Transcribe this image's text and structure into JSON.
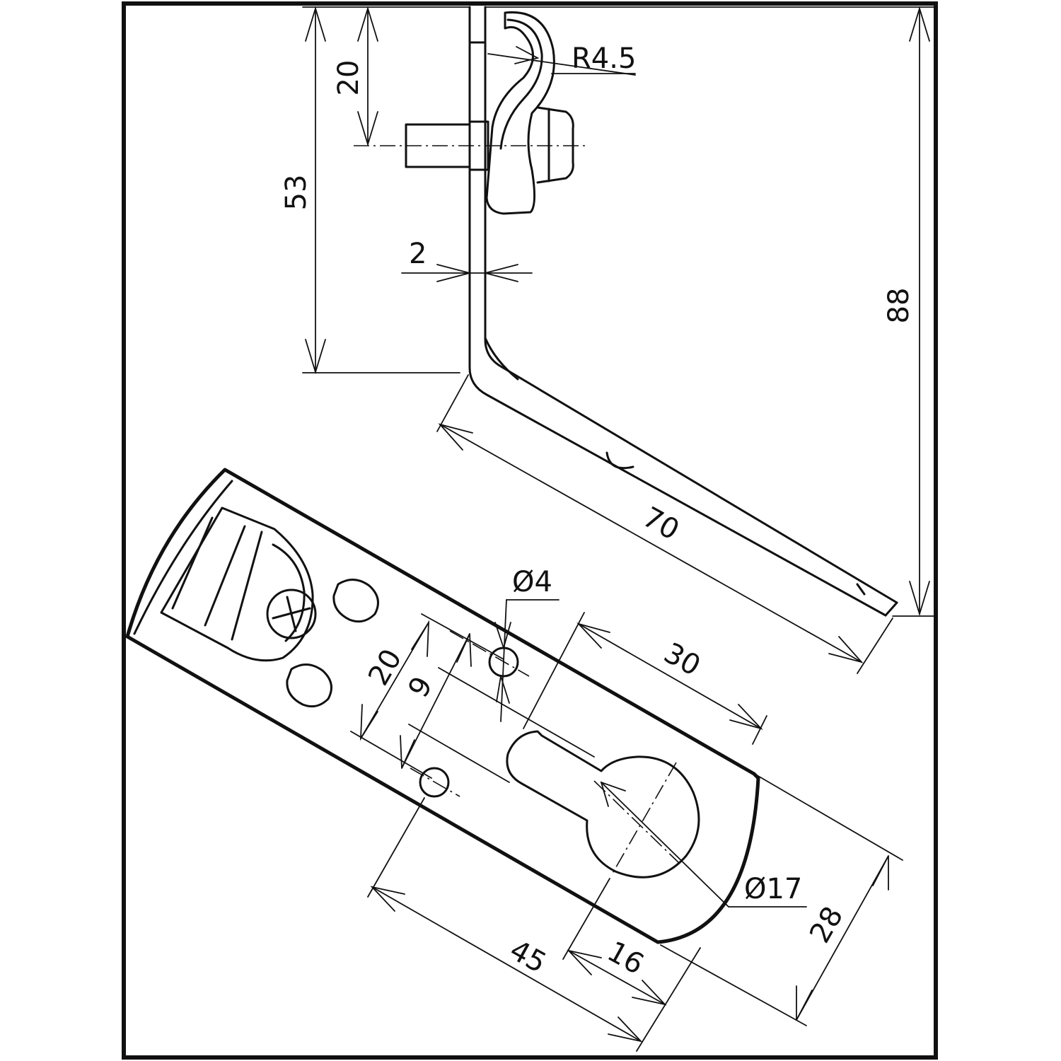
{
  "dimensions": {
    "radius_clip": "R4.5",
    "upright_height": "53",
    "clip_offset": "20",
    "thickness": "2",
    "overall_height": "88",
    "arm_length": "70",
    "hole_small_dia": "Ø4",
    "slot_length": "30",
    "hole_spacing_outer": "20",
    "hole_spacing_inner": "9",
    "hole_large_dia": "Ø17",
    "width": "28",
    "hole_to_center": "45",
    "center_to_end": "16"
  }
}
